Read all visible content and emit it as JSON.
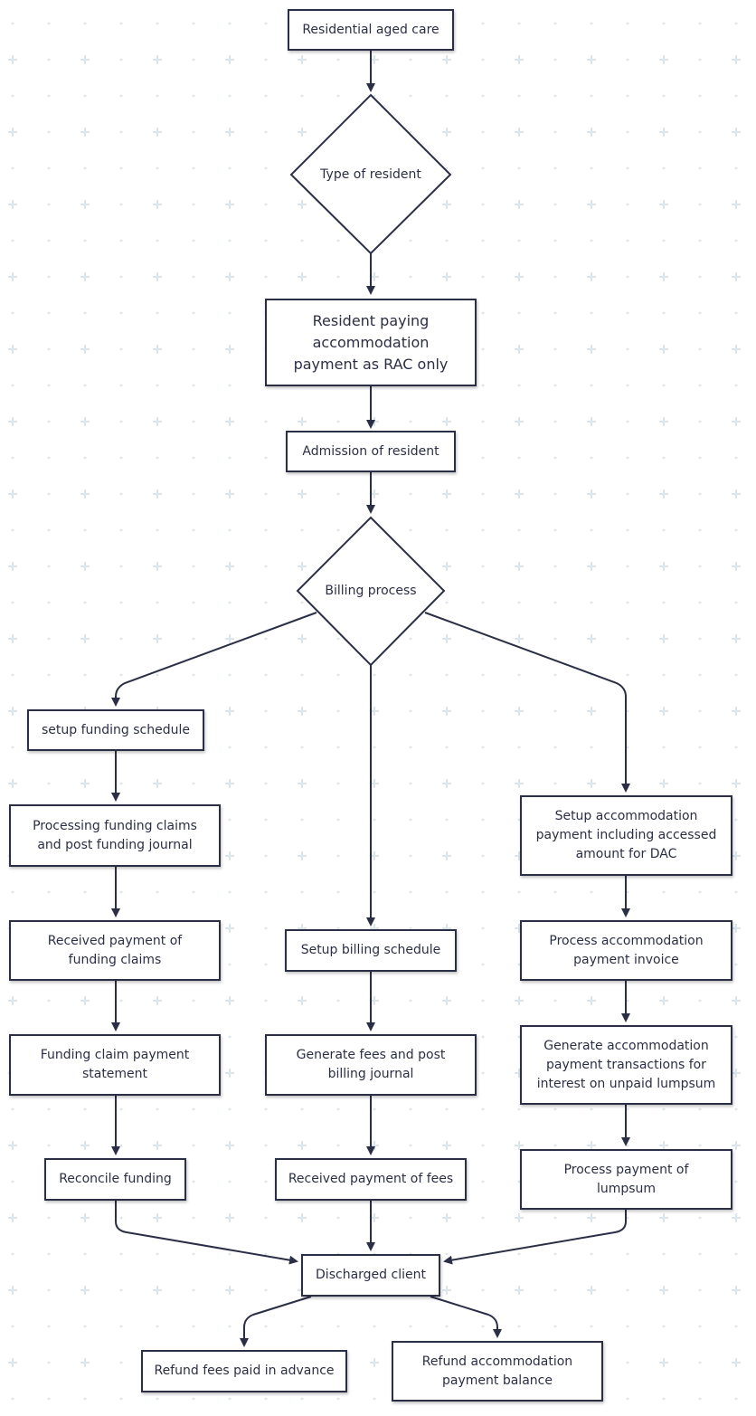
{
  "diagram": {
    "nodes": {
      "residential_aged_care": "Residential aged care",
      "type_of_resident": "Type of resident",
      "resident_paying": "Resident paying accommodation payment as RAC only",
      "admission": "Admission of resident",
      "billing_process": "Billing process",
      "setup_funding_schedule": "setup funding schedule",
      "processing_funding_claims": "Processing funding claims and post funding journal",
      "received_payment_funding_claims": "Received payment of funding claims",
      "funding_claim_payment_statement": "Funding claim payment statement",
      "reconcile_funding": "Reconcile funding",
      "setup_billing_schedule": "Setup billing schedule",
      "generate_fees": "Generate fees and post billing journal",
      "received_payment_fees": "Received payment of fees",
      "setup_accommodation_payment": "Setup accommodation payment including accessed amount for DAC",
      "process_accommodation_invoice": "Process accommodation payment invoice",
      "generate_accommodation_transactions": "Generate accommodation payment transactions for interest on unpaid lumpsum",
      "process_payment_lumpsum": "Process payment of lumpsum",
      "discharged_client": "Discharged client",
      "refund_fees": "Refund fees paid in advance",
      "refund_accommodation": "Refund accommodation payment balance"
    },
    "colors": {
      "stroke": "#2b2f45",
      "background": "#ffffff",
      "grid": "#dbe6ec"
    }
  }
}
